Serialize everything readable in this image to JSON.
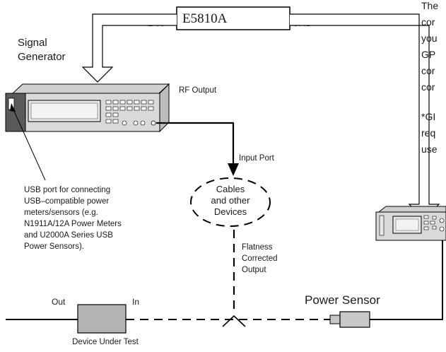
{
  "gateway": {
    "label": "E5810A",
    "left_port": "LAN/",
    "right_port": "GPIB"
  },
  "signal_generator": {
    "line1": "Signal",
    "line2": "Generator"
  },
  "rf_output": "RF Output",
  "input_port": "Input Port",
  "usb_note": [
    "USB port for connecting",
    "USB–compatible power",
    "meters/sensors (e.g.",
    "N1911A/12A Power Meters",
    "and U2000A Series USB",
    "Power Sensors)."
  ],
  "cables": [
    "Cables",
    "and other",
    "Devices"
  ],
  "flatness": [
    "Flatness",
    "Corrected",
    "Output"
  ],
  "dut": {
    "out": "Out",
    "in": "In",
    "label": "Device Under Test"
  },
  "power_sensor": "Power Sensor",
  "right_note": {
    "lines": [
      "The",
      "cor",
      "you",
      "GP",
      "cor",
      "cor"
    ],
    "footnote": [
      "*GI",
      "req",
      "use"
    ]
  },
  "colors": {
    "line": "#000000",
    "instrument_body": "#d9d9d9",
    "instrument_dark": "#5a5a5a",
    "screen": "#e8e8e8",
    "dut_fill": "#b3b3b3",
    "sensor_fill": "#c8c8c8"
  }
}
